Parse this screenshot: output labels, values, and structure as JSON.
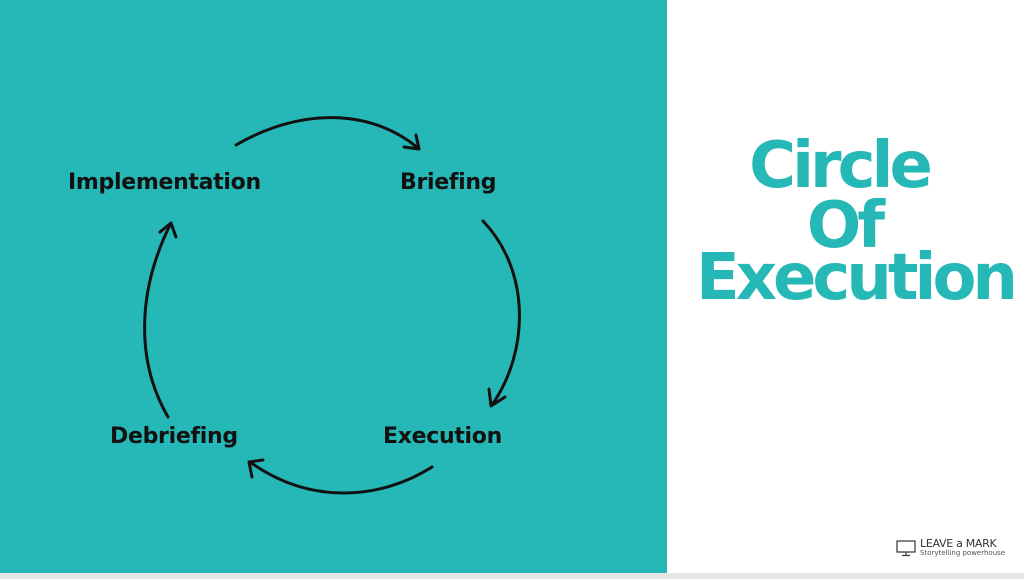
{
  "diagram": {
    "nodes": [
      "Implementation",
      "Briefing",
      "Execution",
      "Debriefing"
    ],
    "edges": [
      [
        "Implementation",
        "Briefing"
      ],
      [
        "Briefing",
        "Execution"
      ],
      [
        "Execution",
        "Debriefing"
      ],
      [
        "Debriefing",
        "Implementation"
      ]
    ]
  },
  "title": {
    "line1": "Circle",
    "line2": "Of",
    "line3": "Execution"
  },
  "logo": {
    "name": "LEAVE a MARK",
    "tagline": "Storytelling powerhouse"
  },
  "colors": {
    "accent": "#26b8b6",
    "text": "#111111"
  }
}
